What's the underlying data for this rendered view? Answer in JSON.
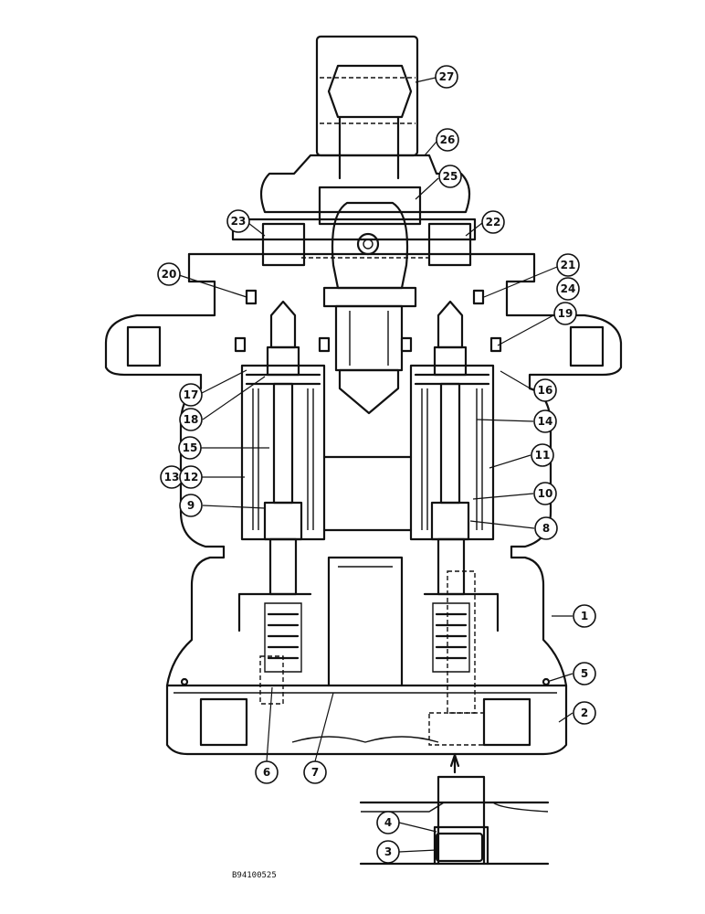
{
  "figure_id": "B94100525",
  "callouts": [
    {
      "label": "27"
    },
    {
      "label": "26"
    },
    {
      "label": "25"
    },
    {
      "label": "23"
    },
    {
      "label": "22"
    },
    {
      "label": "20"
    },
    {
      "label": "21"
    },
    {
      "label": "24"
    },
    {
      "label": "19"
    },
    {
      "label": "17"
    },
    {
      "label": "18"
    },
    {
      "label": "16"
    },
    {
      "label": "14"
    },
    {
      "label": "15"
    },
    {
      "label": "11"
    },
    {
      "label": "13"
    },
    {
      "label": "12"
    },
    {
      "label": "10"
    },
    {
      "label": "9"
    },
    {
      "label": "8"
    },
    {
      "label": "1"
    },
    {
      "label": "5"
    },
    {
      "label": "2"
    },
    {
      "label": "6"
    },
    {
      "label": "7"
    },
    {
      "label": "4"
    },
    {
      "label": "3"
    }
  ]
}
